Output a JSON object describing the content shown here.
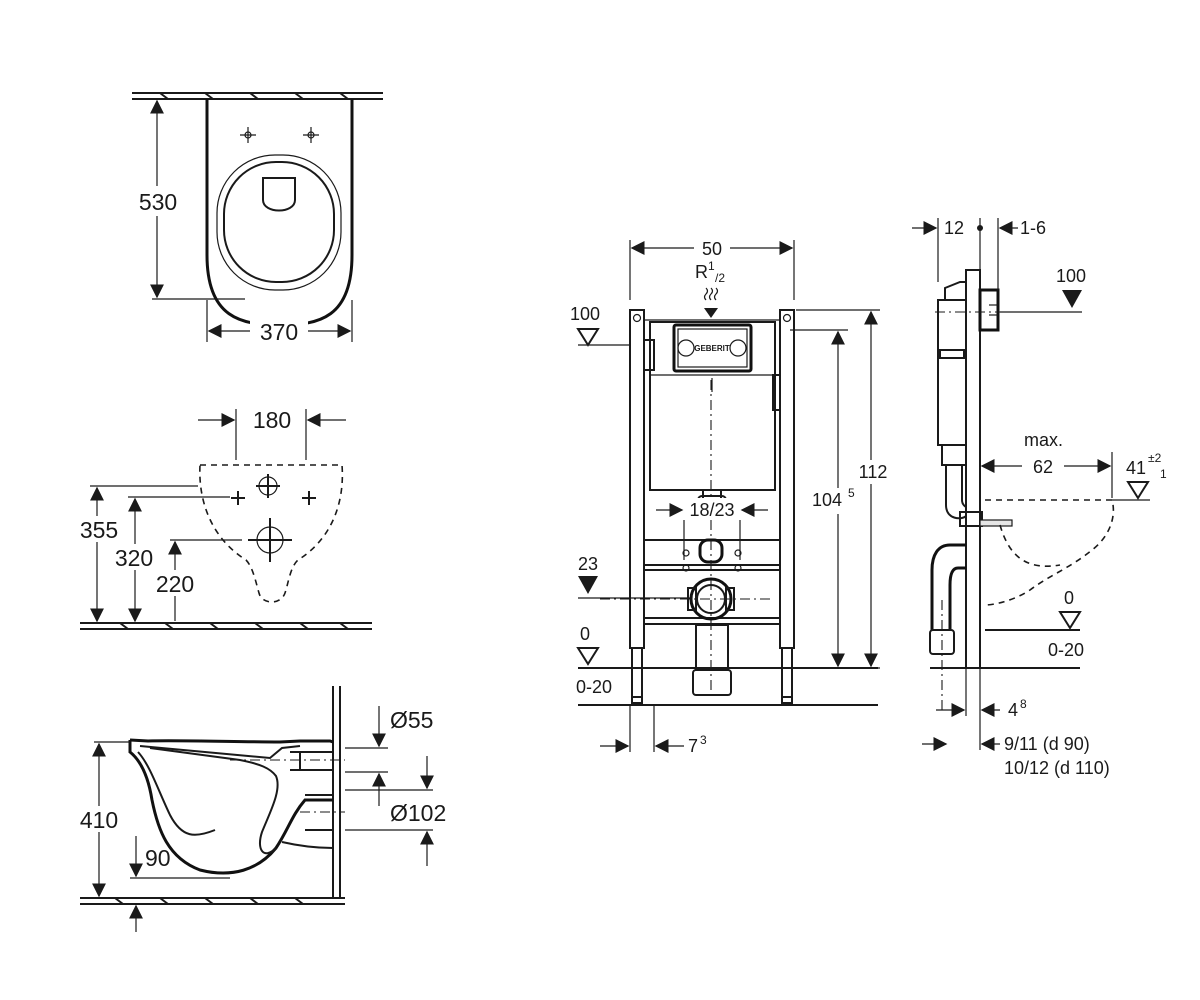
{
  "bowl_top_view": {
    "depth": "530",
    "width": "370"
  },
  "bowl_rear_view": {
    "bolt_spacing": "180",
    "height_355": "355",
    "height_320": "320",
    "height_220": "220"
  },
  "bowl_side_view": {
    "height": "410",
    "inlet_diameter": "Ø55",
    "outlet_diameter": "Ø102",
    "offset": "90"
  },
  "frame_front_view": {
    "frame_width": "50",
    "supply_label": "R",
    "supply_sup": "1",
    "supply_sub": "/2",
    "level_top": "100",
    "level_23": "23",
    "level_zero": "0",
    "floor_range": "0-20",
    "bolt_spacing": "18/23",
    "height_total": "112",
    "height_inner": "104",
    "height_inner_sup": "5",
    "foot_offset": "7",
    "foot_offset_sup": "3",
    "brand_logo": "GEBERIT"
  },
  "frame_side_view": {
    "top_gap": "12",
    "adjust_range": "1-6",
    "level_top": "100",
    "max_label": "max.",
    "projection": "62",
    "bowl_height": "41",
    "tol_plus": "±2",
    "tol_minus": "1",
    "level_zero": "0",
    "floor_range": "0-20",
    "foot_offset": "4",
    "foot_offset_sup": "8",
    "pipe_offset_90": "9/11 (d 90)",
    "pipe_offset_110": "10/12 (d 110)"
  }
}
